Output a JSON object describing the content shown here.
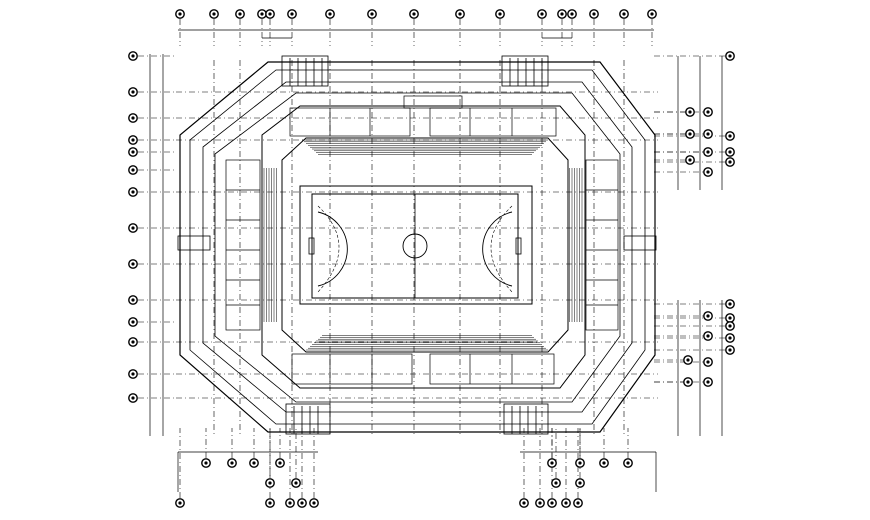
{
  "drawing": {
    "stroke_color": "#000000",
    "background_color": "#ffffff",
    "court_center_mark": "center-circle",
    "court_zones": [
      "left-goal-area",
      "right-goal-area",
      "center-line"
    ]
  },
  "grid_bubbles": {
    "top_row_count": 17,
    "bottom_left_group_count": 11,
    "bottom_right_group_count": 11,
    "left_column_count": 14,
    "right_upper_group_count": 11,
    "right_lower_group_count": 11
  }
}
